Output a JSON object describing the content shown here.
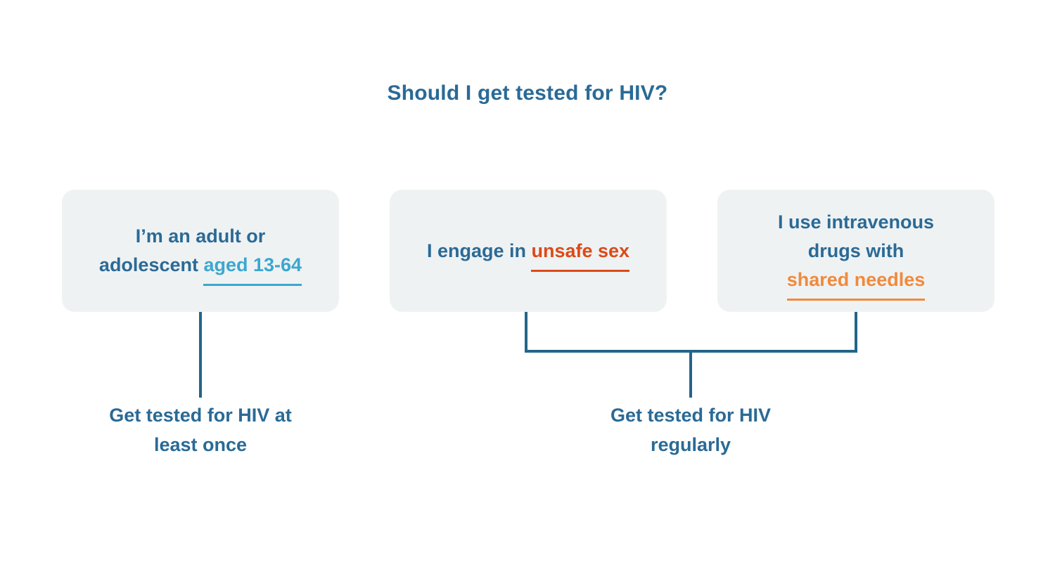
{
  "diagram": {
    "title": "Should I get tested for HIV?",
    "title_color": "#2a6a96",
    "background_color": "#ffffff",
    "box_background_color": "#eff2f3",
    "connector_color": "#23658a",
    "conditions": [
      {
        "id": "adult-or-adolescent",
        "lead": "I’m an adult or",
        "text_before": "adolescent ",
        "highlight": "aged 13-64",
        "highlight_color": "#3ba7d0",
        "text_after": ""
      },
      {
        "id": "unsafe-sex",
        "lead": "",
        "text_before": "I engage in ",
        "highlight": "unsafe sex",
        "highlight_color": "#dc4a18",
        "text_after": ""
      },
      {
        "id": "shared-needles",
        "lead": "I use intravenous",
        "text_before": "drugs with",
        "highlight": "shared needles",
        "highlight_color": "#f08a3c",
        "text_after": ""
      }
    ],
    "outcomes": [
      {
        "id": "test-once",
        "line1": "Get tested for HIV at",
        "line2": "least once"
      },
      {
        "id": "test-regularly",
        "line1": "Get tested for HIV",
        "line2": "regularly"
      }
    ]
  }
}
